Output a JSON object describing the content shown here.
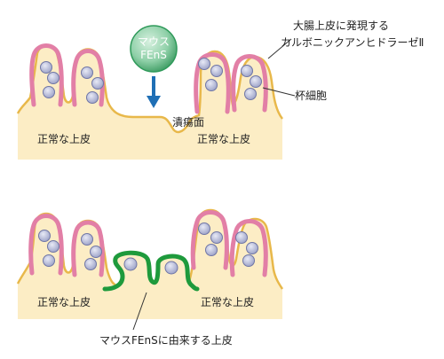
{
  "labels": {
    "fens_line1": "マウス",
    "fens_line2": "FEnS",
    "ulcer": "潰瘍面",
    "normal_epithelium": "正常な上皮",
    "ca2_line1": "大腸上皮に発現する",
    "ca2_line2": "カルボニックアンヒドラーゼⅡ",
    "goblet_cell": "杯細胞",
    "derived_epithelium": "マウスFEnSに由来する上皮"
  },
  "colors": {
    "tissue_fill": "#fcedc5",
    "tissue_line": "#e8b84a",
    "crypt_fill": "#fdf6dc",
    "ca2_pink": "#e27fa6",
    "cell_fill": "#aeb3d1",
    "cell_stroke": "#6f76a6",
    "fens_green": "#1e9a3c",
    "fens_circle_outer": "#2f9a5a",
    "arrow_blue": "#1f6fb5"
  }
}
